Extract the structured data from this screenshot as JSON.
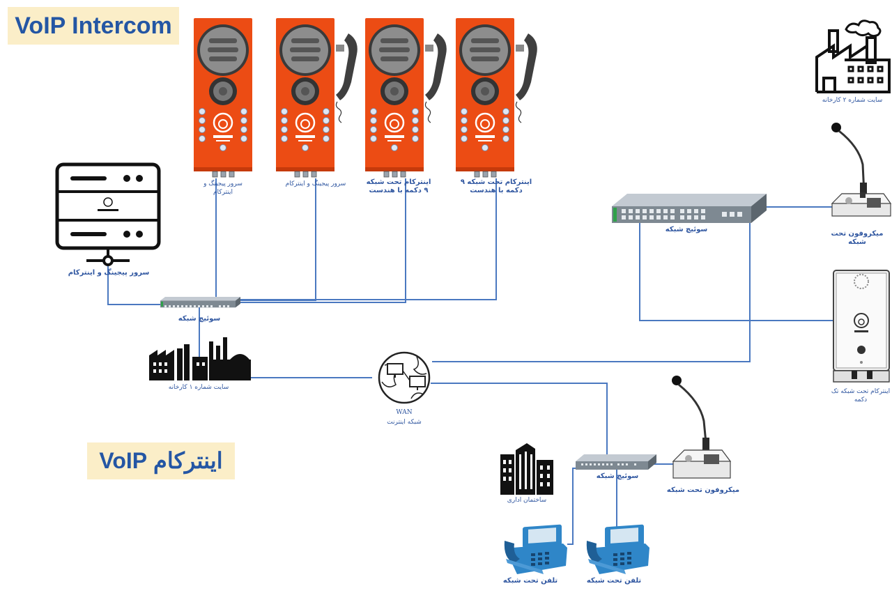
{
  "titles": {
    "english": "VoIP Intercom",
    "persian": "اینترکام VoIP"
  },
  "labels": {
    "server_left": "سرور پیجینگ و اینترکام",
    "intercom_1": "سرور پیجینگ و اینترکام",
    "intercom_2": "سرور پیجینگ و اینترکام",
    "intercom_3": "اینترکام تحت شبکه ۹ دکمه با هندست",
    "intercom_4": "اینترکام تحت شبکه ۹ دکمه با هندست",
    "switch_main": "سوئیچ شبکه",
    "factory_1": "سایت شماره ۱ کارخانه",
    "wan_en": "WAN",
    "wan_fa": "شبکه اینترنت",
    "factory_2": "سایت شماره ۲ کارخانه",
    "switch_right": "سوئیچ شبکه",
    "mic_top": "میکروفون تحت شبکه",
    "intercom_single": "اینترکام تحت شبکه تک دکمه",
    "switch_bottom": "سوئیچ شبکه",
    "mic_bottom": "میکروفون تحت شبکه",
    "office": "ساختمان اداری",
    "phone_1": "تلفن تحت شبکه",
    "phone_2": "تلفن تحت شبکه"
  },
  "colors": {
    "line": "#4a78c0",
    "label": "#2f56a0",
    "panel": "#ec4c14",
    "title_bg": "#fbeec8",
    "title_text": "#2456a4",
    "phone": "#2f86c8",
    "switch": "#8e98a2"
  },
  "icons": {
    "server": "server-icon",
    "intercom": "intercom-panel-icon",
    "switch": "network-switch-icon",
    "factory": "factory-icon",
    "globe": "globe-network-icon",
    "microphone": "desk-microphone-icon",
    "building": "office-building-icon",
    "phone": "ip-phone-icon"
  }
}
